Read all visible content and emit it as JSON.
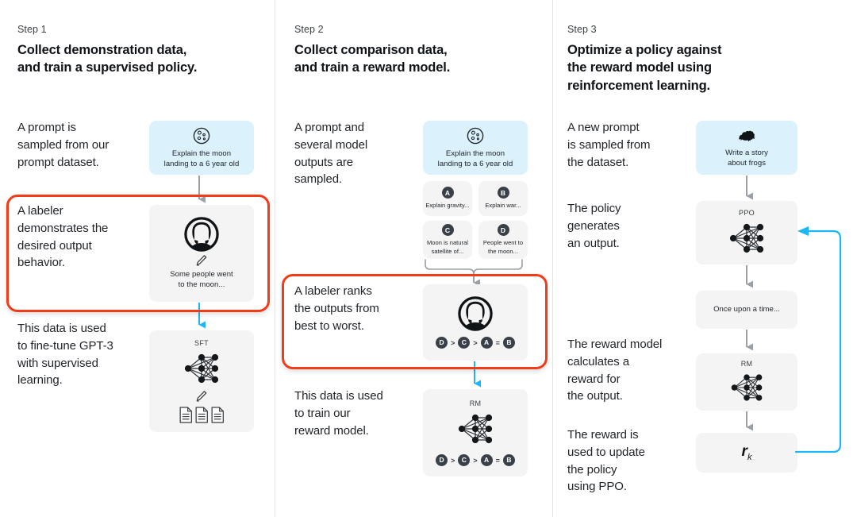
{
  "diagram": {
    "title": "RLHF three step training diagram",
    "accent_red": "#f23b19",
    "accent_blue": "#1fb6f5",
    "card_gray": "#f4f4f4",
    "card_blue": "#dbf1fb"
  },
  "steps": [
    {
      "label": "Step 1",
      "title": "Collect demonstration data,\nand train a supervised policy.",
      "paragraphs": [
        "A prompt is\nsampled from our\nprompt dataset.",
        "A labeler\ndemonstrates the\ndesired output\nbehavior.",
        "This data is used\nto fine-tune GPT-3\nwith supervised\nlearning."
      ],
      "cards": {
        "prompt": {
          "icon": "moon-icon",
          "text": "Explain the moon\nlanding to a 6 year old"
        },
        "labeler": {
          "icon": "labeler-avatar-icon",
          "sub_icon": "pencil-icon",
          "text": "Some people went\nto the moon..."
        },
        "sft": {
          "tag": "SFT",
          "icon": "neural-network-icon",
          "sub_icon": "pencil-icon",
          "docs_icon": "documents-icon"
        }
      }
    },
    {
      "label": "Step 2",
      "title": "Collect comparison data,\nand train a reward model.",
      "paragraphs": [
        "A prompt and\nseveral model\noutputs are\nsampled.",
        "A labeler ranks\nthe outputs from\nbest to worst.",
        "This data is used\nto train our\nreward model."
      ],
      "cards": {
        "prompt": {
          "icon": "moon-icon",
          "text": "Explain the moon\nlanding to a 6 year old"
        },
        "outputs": [
          {
            "badge": "A",
            "text": "Explain gravity..."
          },
          {
            "badge": "B",
            "text": "Explain war..."
          },
          {
            "badge": "C",
            "text": "Moon is natural\nsatellite of..."
          },
          {
            "badge": "D",
            "text": "People went to\nthe moon..."
          }
        ],
        "ranking": {
          "icon": "labeler-avatar-icon",
          "order": [
            "D",
            ">",
            "C",
            ">",
            "A",
            "=",
            "B"
          ]
        },
        "rm": {
          "tag": "RM",
          "icon": "neural-network-icon",
          "order": [
            "D",
            ">",
            "C",
            ">",
            "A",
            "=",
            "B"
          ]
        }
      }
    },
    {
      "label": "Step 3",
      "title": "Optimize a policy against\nthe reward model using\nreinforcement learning.",
      "paragraphs": [
        "A new prompt\nis sampled from\nthe dataset.",
        "The policy\ngenerates\nan output.",
        "The reward model\ncalculates a\nreward for\nthe output.",
        "The reward is\nused to update\nthe policy\nusing PPO."
      ],
      "cards": {
        "prompt": {
          "icon": "frog-icon",
          "text": "Write a story\nabout frogs"
        },
        "ppo": {
          "tag": "PPO",
          "icon": "neural-network-icon"
        },
        "output": {
          "text": "Once upon a time..."
        },
        "rm": {
          "tag": "RM",
          "icon": "neural-network-icon"
        },
        "reward": {
          "symbol": "r",
          "subscript": "k"
        }
      }
    }
  ]
}
